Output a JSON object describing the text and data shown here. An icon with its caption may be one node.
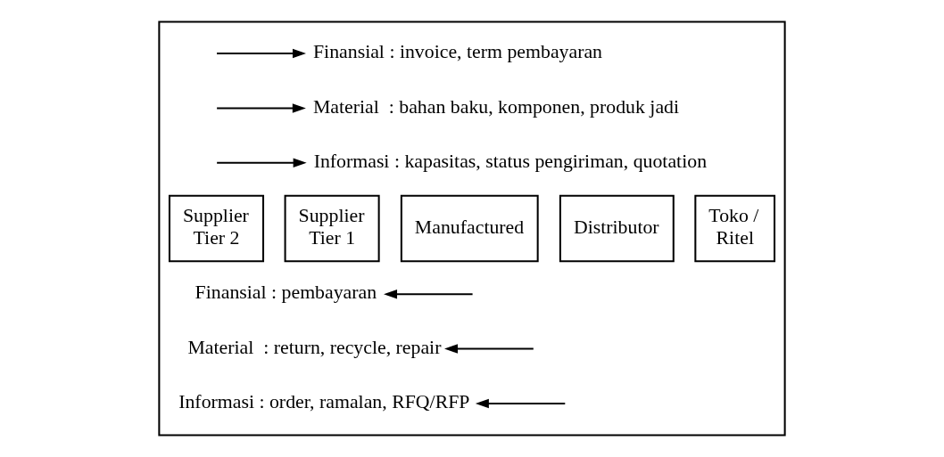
{
  "diagram": {
    "nodes": [
      {
        "text": [],
        "shape": "box"
      },
      {
        "text": [
          "Finansial : invoice, term pembayaran"
        ],
        "in": 0
      },
      {
        "text": [
          "Material  : bahan baku, komponen, produk jadi"
        ],
        "in": 0
      },
      {
        "text": [
          "Informasi : kapasitas, status pengiriman, quotation"
        ],
        "in": 0
      },
      {
        "text": [
          "Supplier Tier 2"
        ],
        "in": 0
      },
      {
        "text": [
          "Supplier Tier 1"
        ],
        "in": 0
      },
      {
        "text": [
          "Manufactured"
        ],
        "in": 0
      },
      {
        "text": [
          "Distributor"
        ],
        "in": 0
      },
      {
        "text": [
          "Toko / Ritel"
        ],
        "in": 0
      },
      {
        "text": [
          "Finansial : pembayaran"
        ],
        "in": 0
      },
      {
        "text": [
          "Material  : return, recycle, repair"
        ],
        "in": 0
      },
      {
        "text": [
          "Informasi : order, ramalan, RFQ/RFP"
        ],
        "in": 0
      }
    ],
    "edges": [
      {
        "from": null,
        "to": 1,
        "arrow": "to"
      },
      {
        "from": null,
        "to": 2,
        "arrow": "to"
      },
      {
        "from": null,
        "to": 3,
        "arrow": "to"
      },
      {
        "from": null,
        "to": 9,
        "arrow": "to"
      },
      {
        "from": null,
        "to": 10,
        "arrow": "to"
      },
      {
        "from": null,
        "to": 11,
        "arrow": "to"
      }
    ]
  }
}
